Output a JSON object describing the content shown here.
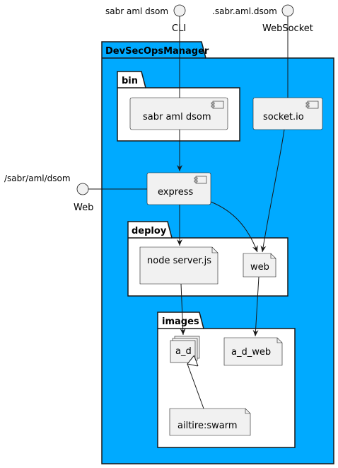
{
  "interfaces": {
    "cli": {
      "label": "CLI",
      "note": "sabr aml dsom"
    },
    "websocket": {
      "label": "WebSocket",
      "note": ".sabr.aml.dsom"
    },
    "web": {
      "label": "Web",
      "note": "/sabr/aml/dsom"
    }
  },
  "packages": {
    "main": "DevSecOpsManager",
    "bin": "bin",
    "deploy": "deploy",
    "images": "images"
  },
  "components": {
    "sabr_aml_dsom": "sabr aml dsom",
    "socket_io": "socket.io",
    "express": "express"
  },
  "artifacts": {
    "node_server": "node server.js",
    "web": "web",
    "a_d": "a_d",
    "a_d_web": "a_d_web",
    "ailtire_swarm": "ailtire:swarm"
  },
  "colors": {
    "package_fill": "#00AAFF",
    "node_fill": "#F1F1F1",
    "border": "#181818"
  }
}
